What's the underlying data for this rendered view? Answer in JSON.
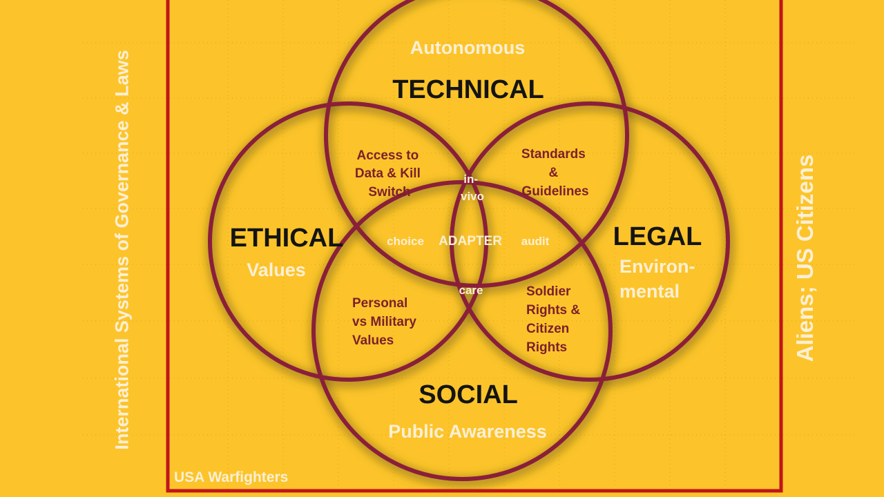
{
  "colors": {
    "background": "#fcc42a",
    "circle_stroke": "#8a1f3a",
    "frame_stroke": "#c0151b",
    "title_text": "#141414",
    "overlap_text": "#7b1f2c",
    "light_text": "#fbefd6"
  },
  "side_labels": {
    "left": "International Systems of Governance & Laws",
    "right": "Aliens; US Citizens"
  },
  "circles": {
    "technical": {
      "title": "TECHNICAL",
      "subtitle": "Autonomous"
    },
    "ethical": {
      "title": "ETHICAL",
      "subtitle": "Values"
    },
    "legal": {
      "title": "LEGAL",
      "subtitle_lines": [
        "Environ-",
        "mental"
      ]
    },
    "social": {
      "title": "SOCIAL",
      "subtitle": "Public Awareness"
    }
  },
  "overlaps": {
    "technical_ethical": [
      "Access to",
      "Data & Kill",
      "Switch"
    ],
    "technical_legal": [
      "Standards",
      "&",
      "Guidelines"
    ],
    "ethical_social": [
      "Personal",
      "vs Military",
      "Values"
    ],
    "legal_social": [
      "Soldier",
      "Rights &",
      "Citizen",
      "Rights"
    ],
    "technical_center": [
      "in-",
      "vivo"
    ],
    "ethical_center": "choice",
    "legal_center": "audit",
    "social_center": "care",
    "center": "ADAPTER"
  },
  "footer": "USA Warfighters"
}
